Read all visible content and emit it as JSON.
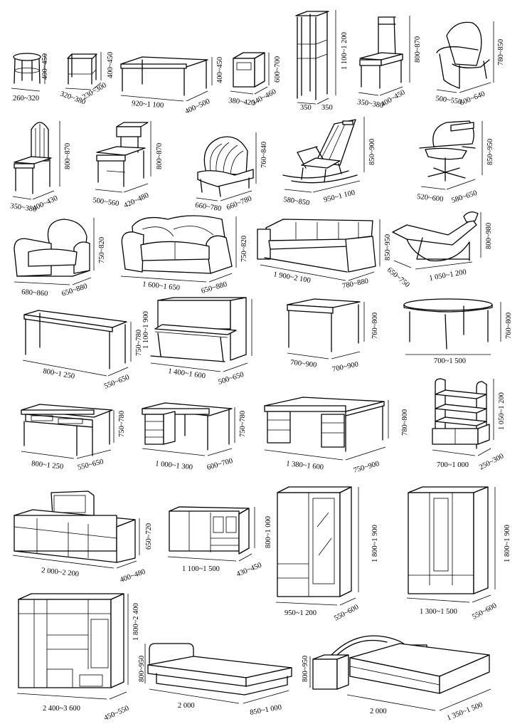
{
  "items": [
    {
      "id": "round-stool",
      "dims": [
        "400~450",
        "260~320"
      ]
    },
    {
      "id": "square-stool",
      "dims": [
        "400~450",
        "320~380",
        "230~300"
      ]
    },
    {
      "id": "coffee-table",
      "dims": [
        "400~450",
        "920~1 100",
        "400~500"
      ]
    },
    {
      "id": "side-table",
      "dims": [
        "600~700",
        "380~420",
        "340~460"
      ]
    },
    {
      "id": "plant-stand",
      "dims": [
        "1 100~1 200",
        "350",
        "350"
      ]
    },
    {
      "id": "side-chair",
      "dims": [
        "800~870",
        "350~380",
        "400~450"
      ]
    },
    {
      "id": "armchair",
      "dims": [
        "780~850",
        "500~550",
        "600~640"
      ]
    },
    {
      "id": "tall-back-chair",
      "dims": [
        "800~870",
        "350~380",
        "400~430"
      ]
    },
    {
      "id": "desk-chair",
      "dims": [
        "800~870",
        "500~560",
        "420~480"
      ]
    },
    {
      "id": "wicker-chair",
      "dims": [
        "760~840",
        "660~780",
        "660~780"
      ]
    },
    {
      "id": "rocking-chair",
      "dims": [
        "850~900",
        "580~850",
        "950~1 100"
      ]
    },
    {
      "id": "office-chair",
      "dims": [
        "850~950",
        "520~600",
        "580~650"
      ]
    },
    {
      "id": "club-armchair",
      "dims": [
        "750~820",
        "680~860",
        "650~880"
      ]
    },
    {
      "id": "two-seat-sofa",
      "dims": [
        "750~820",
        "1 600~1 650",
        "650~880"
      ]
    },
    {
      "id": "three-seat-sofa",
      "dims": [
        "850~950",
        "1 900~2 100",
        "780~880"
      ]
    },
    {
      "id": "chaise-longue",
      "dims": [
        "800~980",
        "650~750",
        "1 050~1 200"
      ]
    },
    {
      "id": "console-table",
      "dims": [
        "750~780",
        "800~1 250",
        "550~650"
      ]
    },
    {
      "id": "piano",
      "dims": [
        "1 100~1 900",
        "1 400~1 600",
        "500~650"
      ]
    },
    {
      "id": "square-table",
      "dims": [
        "760~800",
        "700~900",
        "700~900"
      ]
    },
    {
      "id": "round-table",
      "dims": [
        "760~800",
        "700~1 500"
      ]
    },
    {
      "id": "writing-desk",
      "dims": [
        "750~780",
        "800~1 250",
        "550~650"
      ]
    },
    {
      "id": "pedestal-desk",
      "dims": [
        "750~780",
        "1 000~1 300",
        "600~700"
      ]
    },
    {
      "id": "executive-desk",
      "dims": [
        "780~800",
        "1 380~1 600",
        "750~900"
      ]
    },
    {
      "id": "shelving-unit",
      "dims": [
        "1 050~1 200",
        "700~1 000",
        "250~300"
      ]
    },
    {
      "id": "tv-cabinet",
      "dims": [
        "650~720",
        "2 000~2 200",
        "400~480"
      ]
    },
    {
      "id": "low-sideboard",
      "dims": [
        "800~1 000",
        "1 100~1 500",
        "430~450"
      ]
    },
    {
      "id": "mirror-wardrobe",
      "dims": [
        "1 800~1 900",
        "950~1 200",
        "550~600"
      ]
    },
    {
      "id": "three-door-wardrobe",
      "dims": [
        "1 800~1 900",
        "1 300~1 500",
        "550~600"
      ]
    },
    {
      "id": "wall-unit",
      "dims": [
        "1 800~2 400",
        "2 400~3 600",
        "450~550"
      ]
    },
    {
      "id": "single-bed",
      "dims": [
        "800~950",
        "2 000",
        "850~1 000"
      ]
    },
    {
      "id": "double-bed",
      "dims": [
        "800~950",
        "2 000",
        "1 350~1 500"
      ]
    }
  ]
}
